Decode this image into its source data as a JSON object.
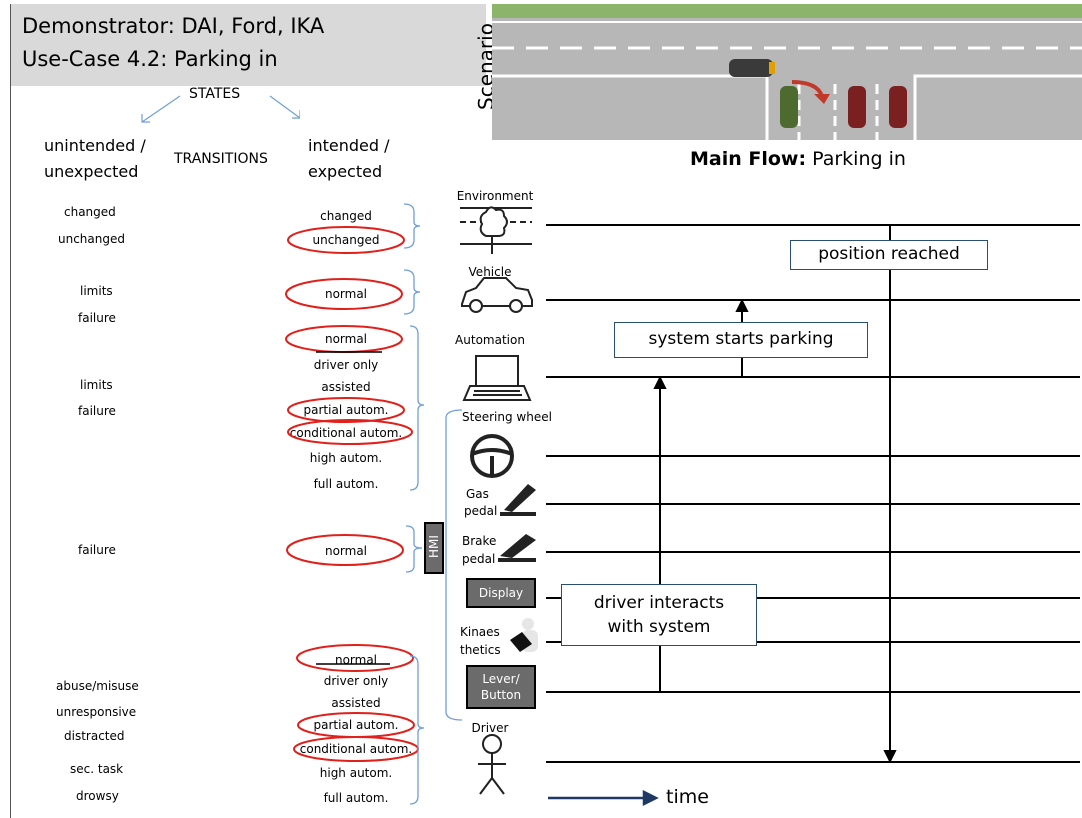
{
  "title": {
    "line1": "Demonstrator: DAI, Ford, IKA",
    "line2": "Use-Case 4.2: Parking in"
  },
  "scenario_label": "Scenario",
  "main_flow": {
    "bold": "Main Flow:",
    "text": "Parking in"
  },
  "states_label": "STATES",
  "transitions_label": "TRANSITIONS",
  "col_unintended": {
    "line1": "unintended /",
    "line2": "unexpected"
  },
  "col_intended": {
    "line1": "intended /",
    "line2": "expected"
  },
  "environment": {
    "label": "Environment",
    "unintended": [
      "changed",
      "unchanged"
    ],
    "intended": [
      "changed",
      "unchanged"
    ]
  },
  "vehicle": {
    "label": "Vehicle",
    "unintended": [
      "limits",
      "failure"
    ],
    "intended": [
      "normal"
    ]
  },
  "automation": {
    "label": "Automation",
    "unintended": [
      "limits",
      "failure"
    ],
    "intended": [
      "normal",
      "driver only",
      "assisted",
      "partial autom.",
      "conditional autom.",
      "high autom.",
      "full autom."
    ]
  },
  "hmi": {
    "label": "HMI",
    "unintended": [
      "failure"
    ],
    "intended": [
      "normal"
    ],
    "steering_wheel": "Steering  wheel",
    "gas_pedal": {
      "line1": "Gas",
      "line2": "pedal"
    },
    "brake_pedal": {
      "line1": "Brake",
      "line2": "pedal"
    },
    "display": "Display",
    "kinaesthetics": {
      "line1": "Kinaes",
      "line2": "thetics"
    },
    "lever_button": {
      "line1": "Lever/",
      "line2": "Button"
    }
  },
  "driver": {
    "label": "Driver",
    "unintended": [
      "abuse/misuse",
      "unresponsive",
      "distracted",
      "sec. task",
      "drowsy"
    ],
    "intended": [
      "normal",
      "driver only",
      "assisted",
      "partial autom.",
      "conditional autom.",
      "high autom.",
      "full autom."
    ]
  },
  "callouts": {
    "position_reached": "position reached",
    "system_starts_parking": "system starts parking",
    "driver_interacts": {
      "line1": "driver interacts",
      "line2": "with system"
    }
  },
  "time_label": "time",
  "colors": {
    "title_bg": "#d9d9d9",
    "ellipse": "#e0201b",
    "bracket": "#6f9fd8",
    "arrow": "#1f3864",
    "callout_border": "#2a4f6e",
    "road": "#b7b7b7",
    "grass": "#8db46b"
  }
}
